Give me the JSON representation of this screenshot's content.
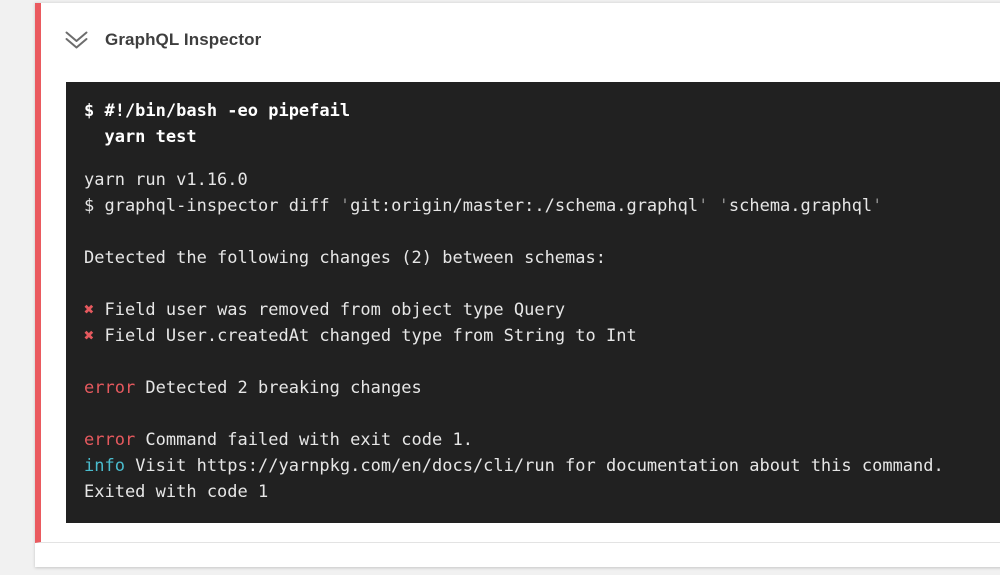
{
  "colors": {
    "page_bg": "#f1f1f1",
    "card_bg": "#ffffff",
    "divider": "#e3e3e3",
    "accent": "#ea5a5f",
    "header_text": "#3e3e3e",
    "icon": "#6d6d6d",
    "terminal_bg": "#212121",
    "terminal_text": "#e6e6e6",
    "terminal_bold": "#ffffff",
    "red": "#e5595e",
    "cyan": "#4abccd",
    "dim": "#8f8f8f"
  },
  "header": {
    "title": "GraphQL Inspector",
    "collapse_icon": "chevron-double-down-icon"
  },
  "terminal": {
    "command_lines": [
      "$ #!/bin/bash -eo pipefail",
      "  yarn test"
    ],
    "output_lines": [
      [
        {
          "t": "yarn run v1.16.0"
        }
      ],
      [
        {
          "t": "$ graphql-inspector diff "
        },
        {
          "t": "'",
          "c": "dim"
        },
        {
          "t": "git:origin/master:./schema.graphql"
        },
        {
          "t": "'",
          "c": "dim"
        },
        {
          "t": " "
        },
        {
          "t": "'",
          "c": "dim"
        },
        {
          "t": "schema.graphql"
        },
        {
          "t": "'",
          "c": "dim"
        }
      ],
      [],
      [
        {
          "t": "Detected the following changes (2) between schemas:"
        }
      ],
      [],
      [
        {
          "t": "✖",
          "c": "red"
        },
        {
          "t": " Field user was removed from object type Query"
        }
      ],
      [
        {
          "t": "✖",
          "c": "red"
        },
        {
          "t": " Field User.createdAt changed type from String to Int"
        }
      ],
      [],
      [
        {
          "t": "error",
          "c": "red"
        },
        {
          "t": " Detected 2 breaking changes"
        }
      ],
      [],
      [
        {
          "t": "error",
          "c": "red"
        },
        {
          "t": " Command failed with exit code 1."
        }
      ],
      [
        {
          "t": "info",
          "c": "cyan"
        },
        {
          "t": " Visit https://yarnpkg.com/en/docs/cli/run for documentation about this command."
        }
      ],
      [
        {
          "t": "Exited with code 1"
        }
      ]
    ]
  }
}
